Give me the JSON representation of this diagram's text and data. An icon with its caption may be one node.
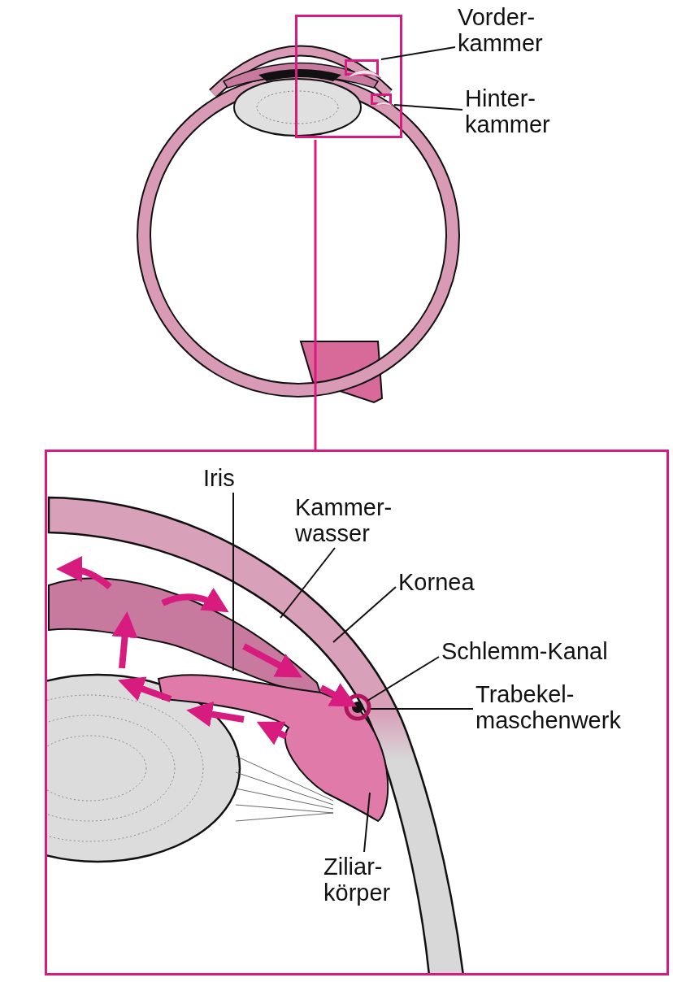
{
  "diagram": {
    "nodes": [
      {
        "text": [],
        "shape": "box"
      },
      {
        "text": [],
        "shape": "box"
      },
      {
        "text": [
          "Vorder- kammer"
        ]
      },
      {
        "text": [
          "Hinter- kammer"
        ]
      },
      {
        "text": [
          "Iris"
        ],
        "in": 1
      },
      {
        "text": [
          "Kammer- wasser"
        ],
        "in": 1
      },
      {
        "text": [
          "Kornea"
        ],
        "in": 1
      },
      {
        "text": [
          "Schlemm-Kanal"
        ],
        "in": 1
      },
      {
        "text": [
          "Trabekel- maschenwerk"
        ],
        "in": 1
      },
      {
        "text": [
          "Ziliar- körper"
        ],
        "in": 1
      },
      {
        "text": [],
        "shape": "crescent",
        "in": 0
      },
      {
        "text": [],
        "shape": "crescent",
        "in": 0
      }
    ],
    "edges": [
      {
        "from": 0,
        "to": 1,
        "arrow": "none",
        "color": "#d81b7f"
      },
      {
        "from": 2,
        "to": 10,
        "arrow": "none"
      },
      {
        "from": 3,
        "to": 11,
        "arrow": "none"
      },
      {
        "from": 4,
        "to": null,
        "arrow": "none"
      },
      {
        "from": 5,
        "to": null,
        "arrow": "none"
      },
      {
        "from": 6,
        "to": null,
        "arrow": "none"
      },
      {
        "from": 7,
        "to": null,
        "arrow": "none"
      },
      {
        "from": 8,
        "to": null,
        "arrow": "none"
      },
      {
        "from": 9,
        "to": null,
        "arrow": "none"
      }
    ]
  }
}
